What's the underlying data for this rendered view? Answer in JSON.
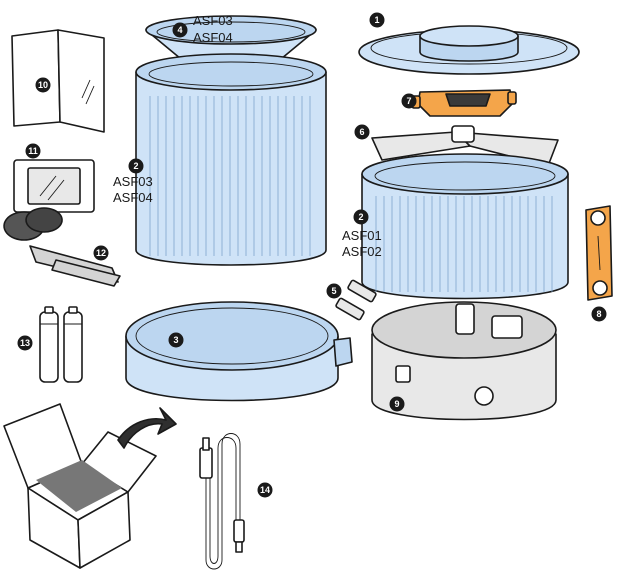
{
  "parts": [
    {
      "number": "1",
      "name": "lid"
    },
    {
      "number": "2",
      "name": "food-tank",
      "models": [
        "ASF01",
        "ASF02"
      ]
    },
    {
      "number": "2",
      "name": "food-tank",
      "models": [
        "ASF03",
        "ASF04"
      ]
    },
    {
      "number": "3",
      "name": "base-tray"
    },
    {
      "number": "4",
      "name": "funnel",
      "models": [
        "ASF03",
        "ASF04"
      ]
    },
    {
      "number": "5",
      "name": "clips"
    },
    {
      "number": "6",
      "name": "agitator"
    },
    {
      "number": "7",
      "name": "rotor"
    },
    {
      "number": "8",
      "name": "wall-bracket"
    },
    {
      "number": "9",
      "name": "feeder-base"
    },
    {
      "number": "10",
      "name": "manual"
    },
    {
      "number": "11",
      "name": "desiccant-pack"
    },
    {
      "number": "12",
      "name": "velcro-strips"
    },
    {
      "number": "13",
      "name": "batteries"
    },
    {
      "number": "14",
      "name": "usb-cable"
    }
  ],
  "badges": {
    "b1": "1",
    "b2a": "2",
    "b2b": "2",
    "b3": "3",
    "b4": "4",
    "b5": "5",
    "b6": "6",
    "b7": "7",
    "b8": "8",
    "b9": "9",
    "b10": "10",
    "b11": "11",
    "b12": "12",
    "b13": "13",
    "b14": "14"
  },
  "models": {
    "tank_large_1": "ASF03",
    "tank_large_2": "ASF04",
    "funnel_1": "ASF03",
    "funnel_2": "ASF04",
    "tank_small_1": "ASF01",
    "tank_small_2": "ASF02"
  },
  "colors": {
    "plastic_blue": "#cfe3f7",
    "body_grey": "#e8e8e8",
    "accent_orange": "#f4a54a",
    "outline": "#1a1a1a"
  }
}
